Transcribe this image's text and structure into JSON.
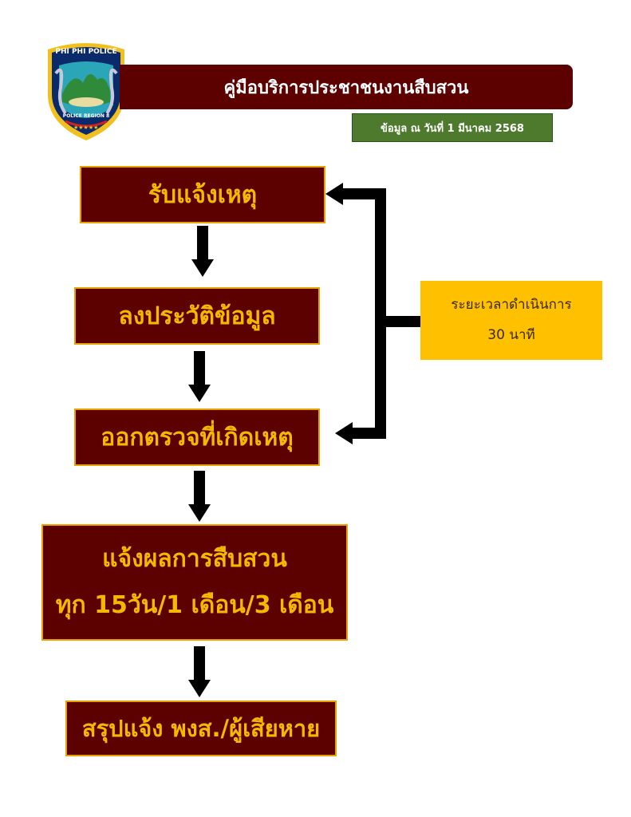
{
  "header": {
    "title": "คู่มือบริการประชาชนงานสืบสวน",
    "date_label": "ข้อมูล ณ วันที่ 1 มีนาคม 2568",
    "badge": {
      "top_text": "PHI PHI POLICE",
      "bottom_text": "POLICE REGION 8",
      "colors": {
        "shield": "#0b2a6b",
        "border": "#f0c020",
        "sea": "#2aa6b8",
        "land": "#2f8a3a"
      }
    }
  },
  "steps": [
    {
      "label": "รับแจ้งเหตุ"
    },
    {
      "label": "ลงประวัติข้อมูล"
    },
    {
      "label": "ออกตรวจที่เกิดเหตุ"
    },
    {
      "label": "แจ้งผลการสืบสวน",
      "sublabel": "ทุก 15วัน/1 เดือน/3 เดือน"
    },
    {
      "label": "สรุปแจ้ง พงส./ผู้เสียหาย"
    }
  ],
  "timing": {
    "label": "ระยะเวลาดำเนินการ",
    "value": "30 นาที"
  },
  "colors": {
    "step_fill": "#5c0000",
    "step_border": "#e8a100",
    "step_text": "#f5b800",
    "title_bar": "#5c0000",
    "date_box": "#4e7a2d",
    "timing_box": "#ffc000",
    "arrow": "#000000"
  }
}
